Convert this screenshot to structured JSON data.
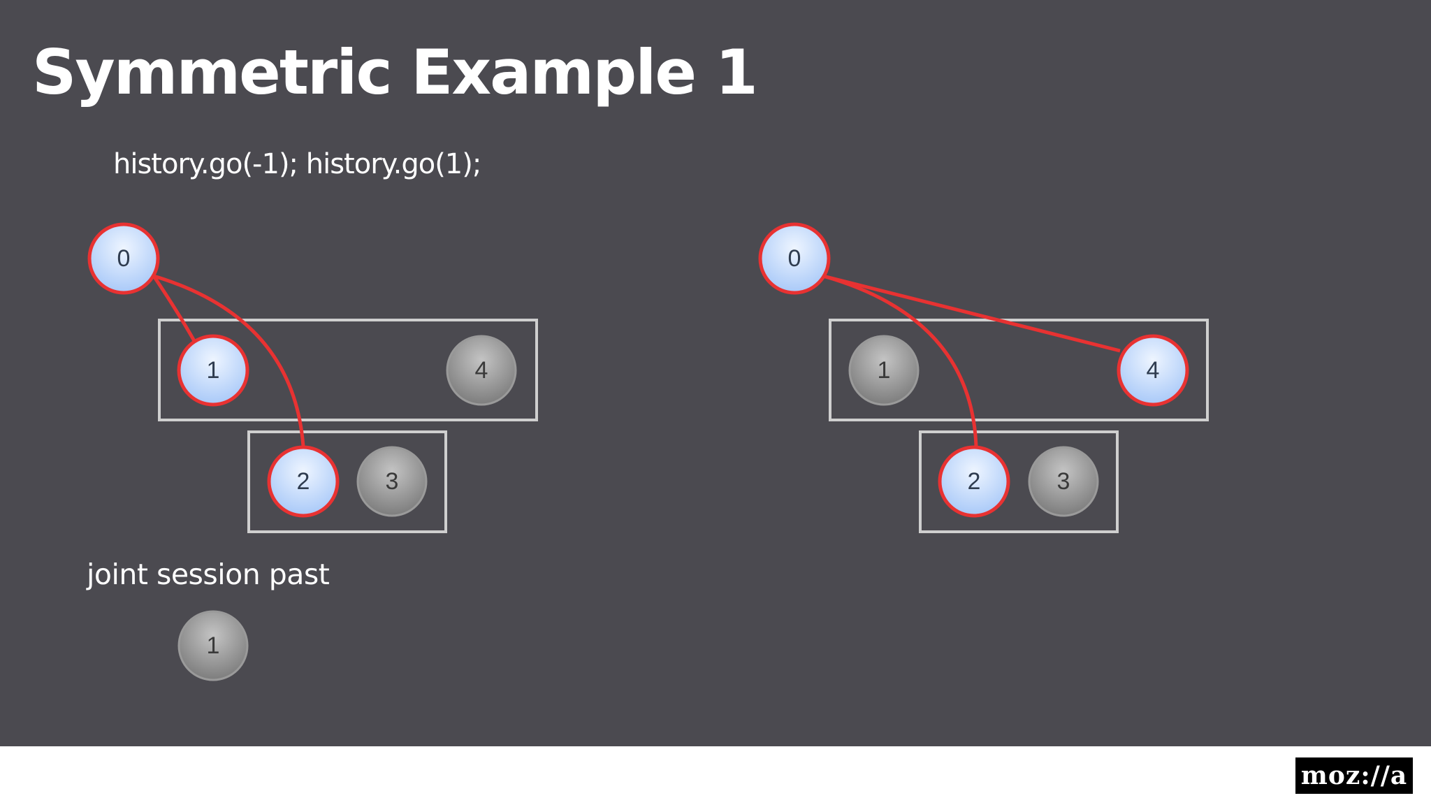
{
  "slide": {
    "title": "Symmetric Example 1",
    "subtitle": "history.go(-1); history.go(1);",
    "caption": "joint session past",
    "logo_text": "moz://a"
  },
  "colors": {
    "background": "#4b4a50",
    "active_node_fill": "#c5dcff",
    "active_node_stroke": "#e83232",
    "inactive_node_fill": "#9a9a9a",
    "connector": "#e83232",
    "box_stroke": "#cfcfcf"
  },
  "diagrams": [
    {
      "nodes": [
        {
          "label": "0",
          "active": true
        },
        {
          "label": "1",
          "active": true
        },
        {
          "label": "4",
          "active": false
        },
        {
          "label": "2",
          "active": true
        },
        {
          "label": "3",
          "active": false
        }
      ],
      "connections": [
        [
          "0",
          "1"
        ],
        [
          "0",
          "2"
        ]
      ]
    },
    {
      "nodes": [
        {
          "label": "0",
          "active": true
        },
        {
          "label": "1",
          "active": false
        },
        {
          "label": "4",
          "active": true
        },
        {
          "label": "2",
          "active": true
        },
        {
          "label": "3",
          "active": false
        }
      ],
      "connections": [
        [
          "0",
          "4"
        ],
        [
          "0",
          "2"
        ]
      ]
    }
  ],
  "joint_session_past": [
    {
      "label": "1",
      "active": false
    }
  ]
}
